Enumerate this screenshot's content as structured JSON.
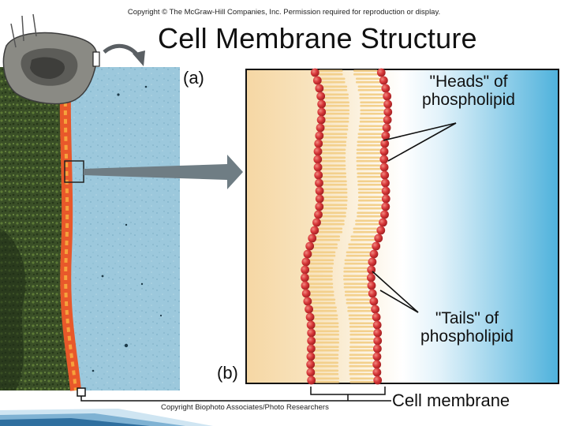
{
  "copyright_top": "Copyright © The McGraw-Hill Companies, Inc. Permission required for reproduction or display.",
  "title": "Cell Membrane Structure",
  "panel_a_label": "(a)",
  "panel_b_label": "(b)",
  "heads_label": "\"Heads\" of phospholipid",
  "tails_label": "\"Tails\" of phospholipid",
  "membrane_label": "Cell membrane",
  "copyright_bottom": "Copyright Biophoto Associates/Photo Researchers",
  "colors": {
    "cytoplasm": "#f6d7a4",
    "exterior_blue": "#4fb2dc",
    "head_red": "#d8383a",
    "tail_yellow": "#f3d08c",
    "micrograph_green": "#3c5228",
    "micrograph_blue": "#9cc8dc",
    "membrane_orange": "#e8582a",
    "arrow_gray": "#6f7d84"
  }
}
